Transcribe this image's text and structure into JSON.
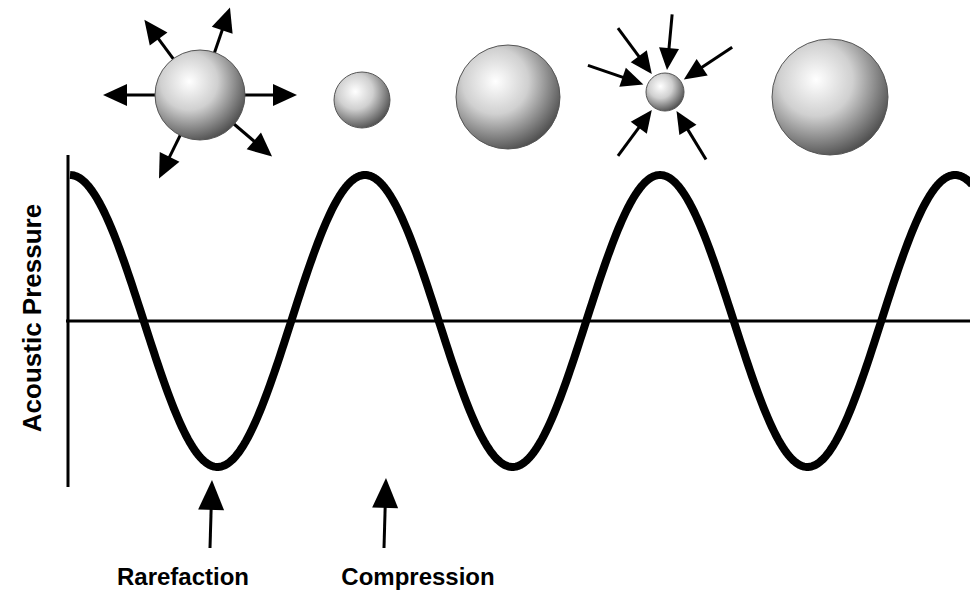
{
  "diagram": {
    "labels": [
      "Acoustic Pressure",
      "Rarefaction",
      "Compression"
    ]
  }
}
